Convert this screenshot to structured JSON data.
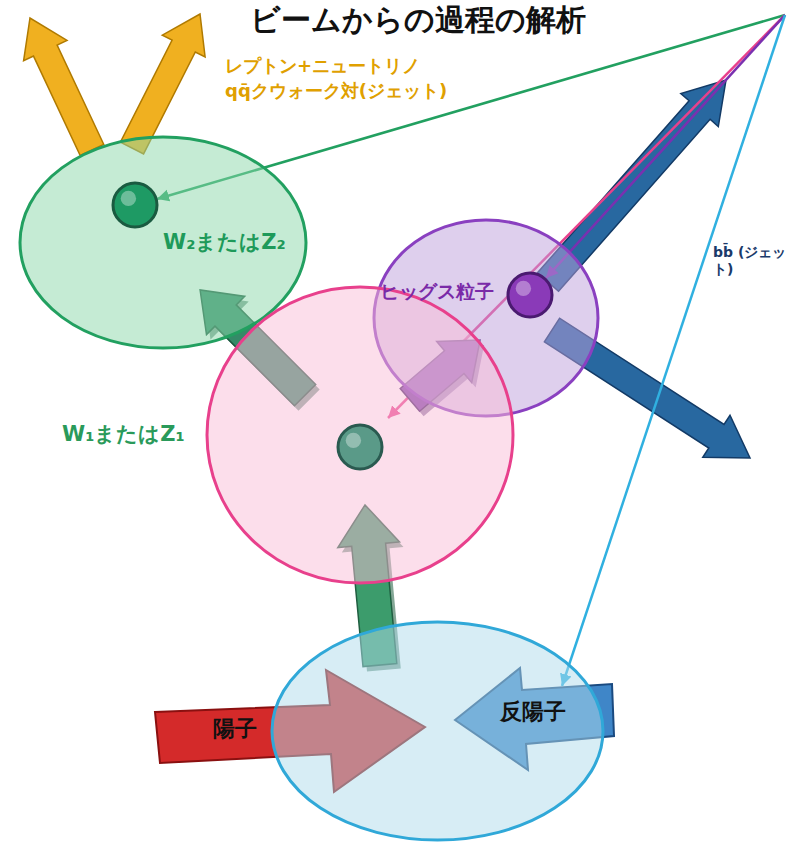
{
  "diagram": {
    "title": "ビームからの過程の解析",
    "nodes": [
      {
        "text": [
          "W₂またはZ₂"
        ]
      },
      {
        "text": [
          "ヒッグス粒子"
        ]
      },
      {
        "text": [
          "W₁またはZ₁"
        ]
      },
      {
        "text": [
          "陽子",
          "反陽子"
        ]
      }
    ],
    "edges": [
      {
        "from": 3,
        "to": 2,
        "arrow": "to"
      },
      {
        "from": 2,
        "to": 0,
        "arrow": "to"
      },
      {
        "from": 2,
        "to": 1,
        "arrow": "to"
      }
    ],
    "labels": [
      "レプトン+ニュートリノ",
      "qq̄クウォーク対(ジェット)",
      "bb̄ (ジェット)"
    ]
  }
}
